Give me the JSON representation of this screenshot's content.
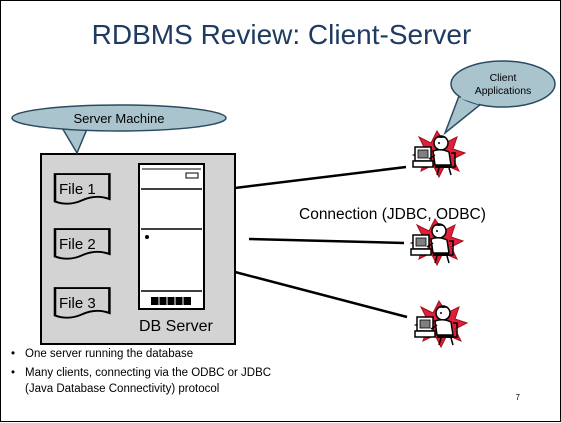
{
  "slide": {
    "title": "RDBMS Review: Client-Server",
    "page_number": "7"
  },
  "server_callout": "Server Machine",
  "client_callout": [
    "Client",
    "Applications"
  ],
  "files": [
    "File 1",
    "File 2",
    "File 3"
  ],
  "db_server_label": "DB Server",
  "connection_label": "Connection (JDBC, ODBC)",
  "bullets": [
    "One server running the database",
    "Many clients, connecting via the ODBC or JDBC",
    "(Java Database Connectivity) protocol"
  ],
  "colors": {
    "title": "#1f3b62",
    "callout_fill": "#a9c4cc",
    "server_box_fill": "#d3d3d3",
    "document_fill": "#d0d0d0",
    "client_red": "#e0203a"
  },
  "icons": {
    "server": "server-tower-icon",
    "document": "document-icon",
    "client": "client-workstation-icon"
  }
}
